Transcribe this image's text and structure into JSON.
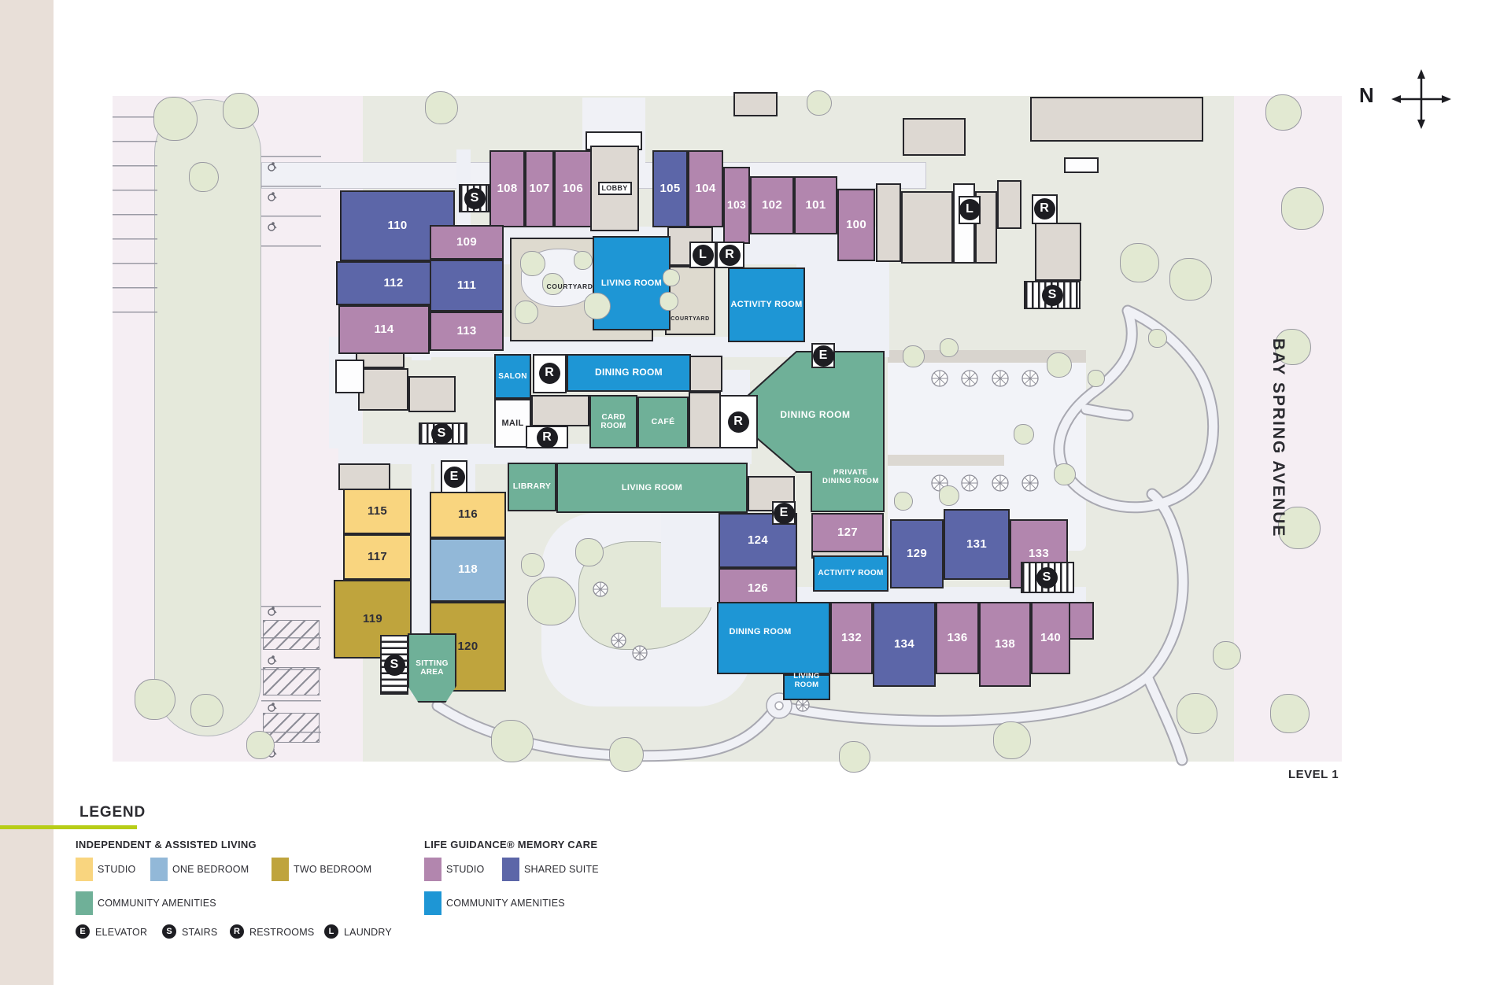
{
  "map": {
    "level": "LEVEL 1",
    "street": "BAY SPRING AVENUE",
    "compass": "N",
    "areas": {
      "dining_main": "DINING ROOM",
      "private_dining": "PRIVATE DINING ROOM",
      "courtyard_a": "COURTYARD",
      "courtyard_b": "COURTYARD"
    },
    "units": [
      {
        "id": "108",
        "label": "108",
        "type": "mc_studio"
      },
      {
        "id": "107",
        "label": "107",
        "type": "mc_studio"
      },
      {
        "id": "106",
        "label": "106",
        "type": "mc_studio"
      },
      {
        "id": "105",
        "label": "105",
        "type": "mc_suite"
      },
      {
        "id": "104",
        "label": "104",
        "type": "mc_studio"
      },
      {
        "id": "103",
        "label": "103",
        "type": "mc_studio"
      },
      {
        "id": "102",
        "label": "102",
        "type": "mc_studio"
      },
      {
        "id": "101",
        "label": "101",
        "type": "mc_studio"
      },
      {
        "id": "100",
        "label": "100",
        "type": "mc_studio"
      },
      {
        "id": "110",
        "label": "110",
        "type": "mc_suite"
      },
      {
        "id": "112",
        "label": "112",
        "type": "mc_suite"
      },
      {
        "id": "114",
        "label": "114",
        "type": "mc_studio"
      },
      {
        "id": "109",
        "label": "109",
        "type": "mc_studio"
      },
      {
        "id": "111",
        "label": "111",
        "type": "mc_suite"
      },
      {
        "id": "113",
        "label": "113",
        "type": "mc_studio"
      },
      {
        "id": "115",
        "label": "115",
        "type": "il_studio"
      },
      {
        "id": "116",
        "label": "116",
        "type": "il_studio"
      },
      {
        "id": "117",
        "label": "117",
        "type": "il_studio"
      },
      {
        "id": "118",
        "label": "118",
        "type": "il_onebed"
      },
      {
        "id": "119",
        "label": "119",
        "type": "il_twobed"
      },
      {
        "id": "120",
        "label": "120",
        "type": "il_twobed"
      },
      {
        "id": "124",
        "label": "124",
        "type": "mc_suite"
      },
      {
        "id": "126",
        "label": "126",
        "type": "mc_studio"
      },
      {
        "id": "127",
        "label": "127",
        "type": "mc_studio"
      },
      {
        "id": "129",
        "label": "129",
        "type": "mc_suite"
      },
      {
        "id": "131",
        "label": "131",
        "type": "mc_suite"
      },
      {
        "id": "132",
        "label": "132",
        "type": "mc_studio"
      },
      {
        "id": "133",
        "label": "133",
        "type": "mc_studio"
      },
      {
        "id": "134",
        "label": "134",
        "type": "mc_suite"
      },
      {
        "id": "136",
        "label": "136",
        "type": "mc_studio"
      },
      {
        "id": "138",
        "label": "138",
        "type": "mc_studio"
      },
      {
        "id": "140",
        "label": "140",
        "type": "mc_studio"
      },
      {
        "id": "salon",
        "label": "SALON",
        "type": "mc_amen"
      },
      {
        "id": "dining_center",
        "label": "DINING ROOM",
        "type": "mc_amen"
      },
      {
        "id": "living_top",
        "label": "LIVING ROOM",
        "type": "mc_amen"
      },
      {
        "id": "activity_top",
        "label": "ACTIVITY ROOM",
        "type": "mc_amen"
      },
      {
        "id": "activity_low",
        "label": "ACTIVITY ROOM",
        "type": "mc_amen"
      },
      {
        "id": "dining_bottom",
        "label": "DINING ROOM",
        "type": "mc_amen"
      },
      {
        "id": "living_bottom",
        "label": "LIVING ROOM",
        "type": "mc_amen"
      },
      {
        "id": "card_room",
        "label": "CARD ROOM",
        "type": "il_amen"
      },
      {
        "id": "cafe",
        "label": "CAFÉ",
        "type": "il_amen"
      },
      {
        "id": "library",
        "label": "LIBRARY",
        "type": "il_amen"
      },
      {
        "id": "living_sw",
        "label": "LIVING ROOM",
        "type": "il_amen"
      },
      {
        "id": "sitting",
        "label": "SITTING AREA",
        "type": "il_amen"
      },
      {
        "id": "mail",
        "label": "MAIL",
        "type": "room_white"
      },
      {
        "id": "lobby",
        "label": "LOBBY",
        "type": "room_grey"
      }
    ],
    "markers": [
      {
        "id": "s1",
        "symbol": "S",
        "type": "stairs"
      },
      {
        "id": "s2",
        "symbol": "S",
        "type": "stairs"
      },
      {
        "id": "s3",
        "symbol": "S",
        "type": "stairs"
      },
      {
        "id": "s4",
        "symbol": "S",
        "type": "stairs"
      },
      {
        "id": "s5",
        "symbol": "S",
        "type": "stairs"
      },
      {
        "id": "e1",
        "symbol": "E",
        "type": "elevator"
      },
      {
        "id": "e2",
        "symbol": "E",
        "type": "elevator"
      },
      {
        "id": "e3",
        "symbol": "E",
        "type": "elevator"
      },
      {
        "id": "r1",
        "symbol": "R",
        "type": "restrooms"
      },
      {
        "id": "r2",
        "symbol": "R",
        "type": "restrooms"
      },
      {
        "id": "r3",
        "symbol": "R",
        "type": "restrooms"
      },
      {
        "id": "r4",
        "symbol": "R",
        "type": "restrooms"
      },
      {
        "id": "r5",
        "symbol": "R",
        "type": "restrooms"
      },
      {
        "id": "l1",
        "symbol": "L",
        "type": "laundry"
      },
      {
        "id": "l2",
        "symbol": "L",
        "type": "laundry"
      }
    ]
  },
  "legend": {
    "title": "LEGEND",
    "sections": [
      {
        "title": "INDEPENDENT & ASSISTED LIVING",
        "items": [
          {
            "label": "STUDIO",
            "type": "il_studio",
            "color": "#f9d57f"
          },
          {
            "label": "ONE BEDROOM",
            "type": "il_onebed",
            "color": "#92b8d8"
          },
          {
            "label": "TWO BEDROOM",
            "type": "il_twobed",
            "color": "#bfa43d"
          },
          {
            "label": "COMMUNITY AMENITIES",
            "type": "il_amen",
            "color": "#6fb098"
          }
        ]
      },
      {
        "title": "LIFE GUIDANCE® MEMORY CARE",
        "items": [
          {
            "label": "STUDIO",
            "type": "mc_studio",
            "color": "#b286ae"
          },
          {
            "label": "SHARED SUITE",
            "type": "mc_suite",
            "color": "#5c66a8"
          },
          {
            "label": "COMMUNITY AMENITIES",
            "type": "mc_amen",
            "color": "#1e96d5"
          }
        ]
      }
    ],
    "icons": [
      {
        "symbol": "E",
        "label": "ELEVATOR"
      },
      {
        "symbol": "S",
        "label": "STAIRS"
      },
      {
        "symbol": "R",
        "label": "RESTROOMS"
      },
      {
        "symbol": "L",
        "label": "LAUNDRY"
      }
    ]
  }
}
